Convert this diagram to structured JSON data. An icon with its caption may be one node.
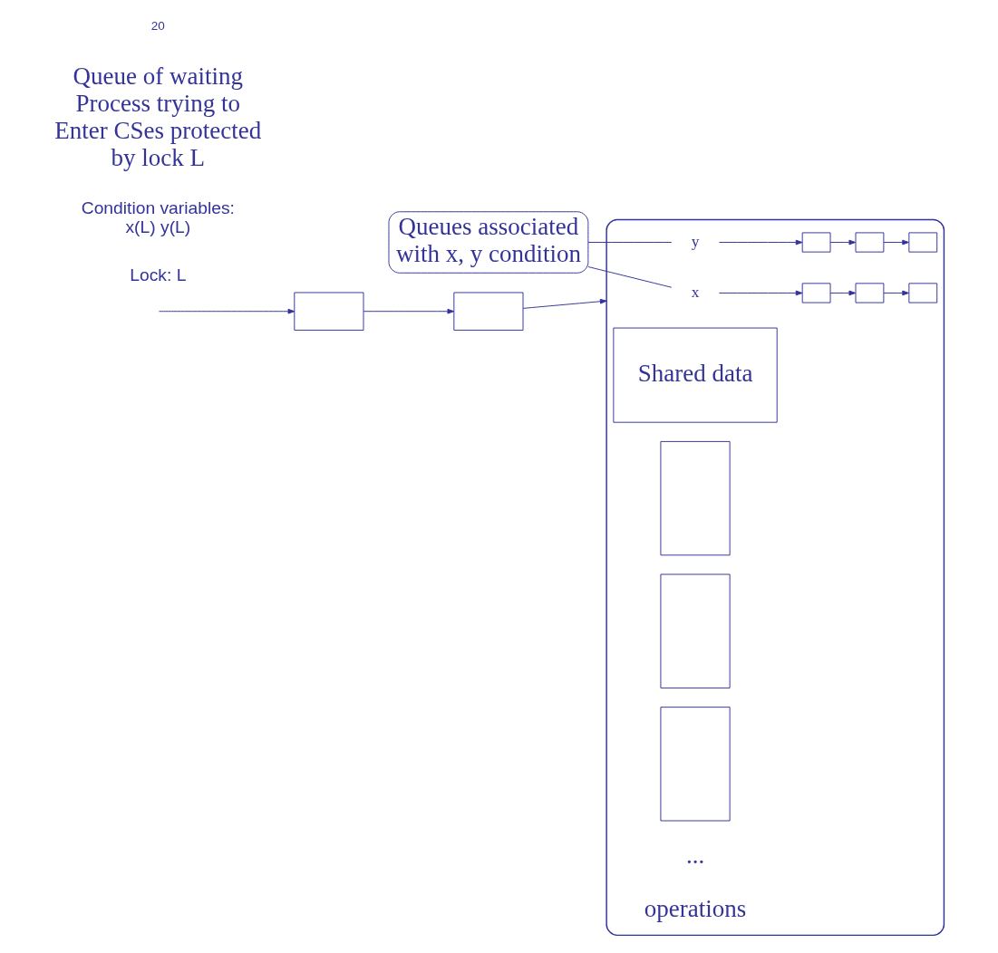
{
  "diagram": {
    "nodes": [
      {
        "text": [
          "Queues associated with x, y condition"
        ]
      },
      {
        "text": [],
        "shape": "ellipse"
      },
      {
        "text": [
          "x"
        ],
        "in": 1
      },
      {
        "text": [],
        "shape": "box",
        "in": 1
      },
      {
        "text": [],
        "shape": "box",
        "in": 1
      },
      {
        "text": [],
        "shape": "box",
        "in": 1
      },
      {
        "text": [
          "y"
        ],
        "in": 1
      },
      {
        "text": [],
        "shape": "box",
        "in": 1
      },
      {
        "text": [],
        "shape": "box",
        "in": 1
      },
      {
        "text": [],
        "shape": "box",
        "in": 1
      },
      {
        "text": [
          "Shared data"
        ],
        "in": 1
      },
      {
        "text": [],
        "shape": "box",
        "in": 1
      },
      {
        "text": [],
        "shape": "box",
        "in": 1
      },
      {
        "text": [],
        "shape": "box",
        "in": 1
      },
      {
        "text": [],
        "shape": "box"
      },
      {
        "text": [],
        "shape": "box"
      }
    ],
    "edges": [
      {
        "from": 0,
        "to": 2,
        "arrow": "none"
      },
      {
        "from": 0,
        "to": 6,
        "arrow": "none"
      },
      {
        "from": 2,
        "to": 3,
        "arrow": "to"
      },
      {
        "from": 3,
        "to": 4,
        "arrow": "to"
      },
      {
        "from": 4,
        "to": 5,
        "arrow": "to"
      },
      {
        "from": 6,
        "to": 7,
        "arrow": "to"
      },
      {
        "from": 7,
        "to": 8,
        "arrow": "to"
      },
      {
        "from": 8,
        "to": 9,
        "arrow": "to"
      },
      {
        "from": null,
        "to": 14,
        "arrow": "to"
      },
      {
        "from": 14,
        "to": 15,
        "arrow": "to"
      },
      {
        "from": 15,
        "to": 1,
        "arrow": "to"
      }
    ],
    "labels": [
      "Lock: L",
      "Condition variables: x(L) y(L)",
      "...",
      "operations",
      "Queue of waiting Process trying to Enter CSes protected by lock L",
      "20"
    ]
  }
}
